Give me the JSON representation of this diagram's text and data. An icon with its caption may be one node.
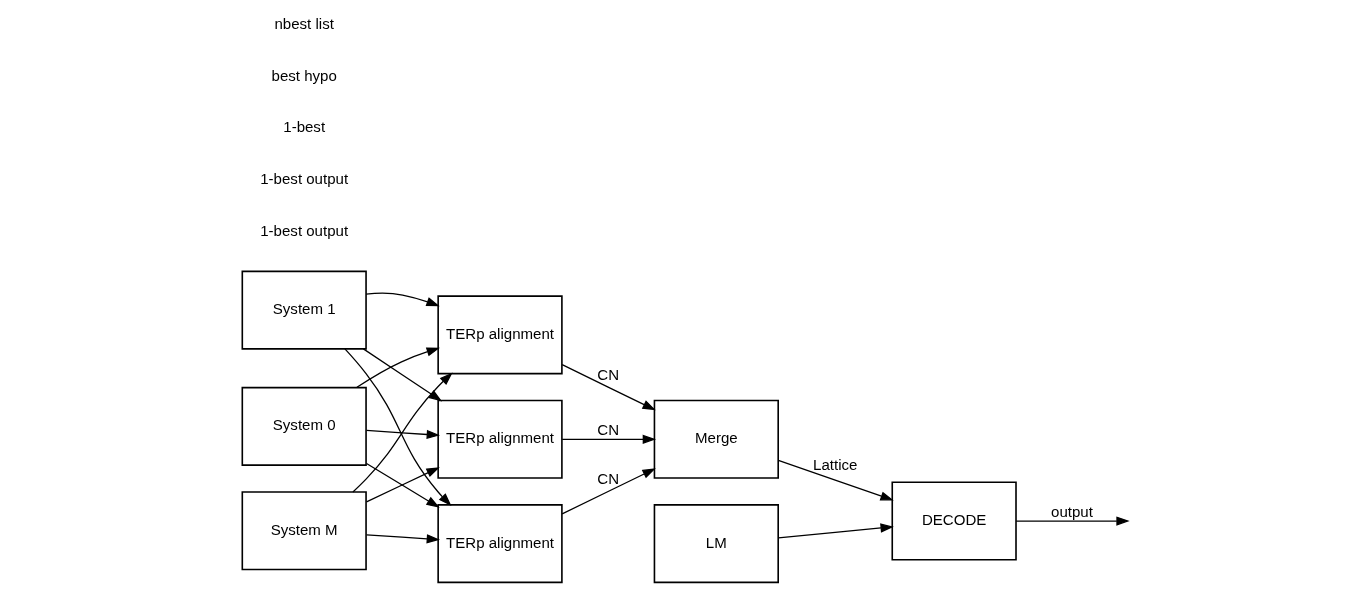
{
  "diagram": {
    "nodes": [
      {
        "text": [
          "System 0"
        ]
      },
      {
        "text": [
          "System 1"
        ]
      },
      {
        "text": [
          "System M"
        ]
      },
      {
        "text": [
          "TERp alignment"
        ]
      },
      {
        "text": [
          "TERp alignment"
        ]
      },
      {
        "text": [
          "TERp alignment"
        ]
      },
      {
        "text": [
          "Merge"
        ]
      },
      {
        "text": [
          "LM"
        ]
      },
      {
        "text": [
          "DECODE"
        ]
      }
    ],
    "edges": [
      {
        "from": 0,
        "to": 3,
        "arrow": "to"
      },
      {
        "from": 0,
        "to": 4,
        "arrow": "to"
      },
      {
        "from": 0,
        "to": 5,
        "arrow": "to"
      },
      {
        "from": 1,
        "to": 3,
        "arrow": "to"
      },
      {
        "from": 1,
        "to": 4,
        "arrow": "to"
      },
      {
        "from": 1,
        "to": 5,
        "arrow": "to"
      },
      {
        "from": 2,
        "to": 3,
        "arrow": "to"
      },
      {
        "from": 2,
        "to": 4,
        "arrow": "to"
      },
      {
        "from": 2,
        "to": 5,
        "arrow": "to"
      },
      {
        "from": 3,
        "to": 6,
        "arrow": "to",
        "label": "CN"
      },
      {
        "from": 4,
        "to": 6,
        "arrow": "to",
        "label": "CN"
      },
      {
        "from": 5,
        "to": 6,
        "arrow": "to",
        "label": "CN"
      },
      {
        "from": 6,
        "to": 8,
        "arrow": "to",
        "label": "Lattice"
      },
      {
        "from": 7,
        "to": 8,
        "arrow": "to"
      },
      {
        "from": 8,
        "to": null,
        "arrow": "to",
        "label": "output"
      }
    ],
    "labels": [
      "1-best output",
      "1-best output",
      "1-best",
      "best hypo",
      "nbest list"
    ]
  }
}
